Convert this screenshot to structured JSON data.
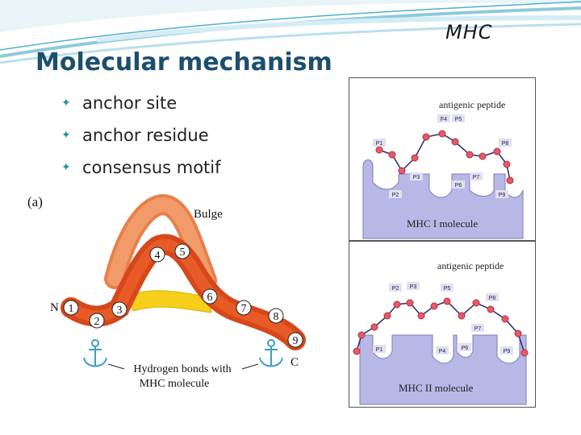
{
  "header": {
    "title": "Molecular mechanism",
    "tag": "MHC"
  },
  "bullets": [
    {
      "label": "anchor site"
    },
    {
      "label": "anchor residue"
    },
    {
      "label": "consensus motif"
    }
  ],
  "figure_a": {
    "panel_label": "(a)",
    "bulge_label": "Bulge",
    "n_label": "N",
    "c_label": "C",
    "hbond_label_line1": "Hydrogen bonds with",
    "hbond_label_line2": "MHC molecule",
    "residues": [
      "1",
      "2",
      "3",
      "4",
      "5",
      "6",
      "7",
      "8",
      "9"
    ]
  },
  "mhc_i": {
    "peptide_label": "antigenic peptide",
    "molecule_label": "MHC I molecule",
    "residue_labels": [
      "F4",
      "P5",
      "P1",
      "P8",
      "P3",
      "P6",
      "P7",
      "P2",
      "P9"
    ]
  },
  "mhc_ii": {
    "peptide_label": "antigenic peptide",
    "molecule_label": "MHC II molecule",
    "residue_labels": [
      "P2",
      "P3",
      "P5",
      "P8",
      "P7",
      "P1",
      "P4",
      "P6",
      "P9"
    ]
  }
}
